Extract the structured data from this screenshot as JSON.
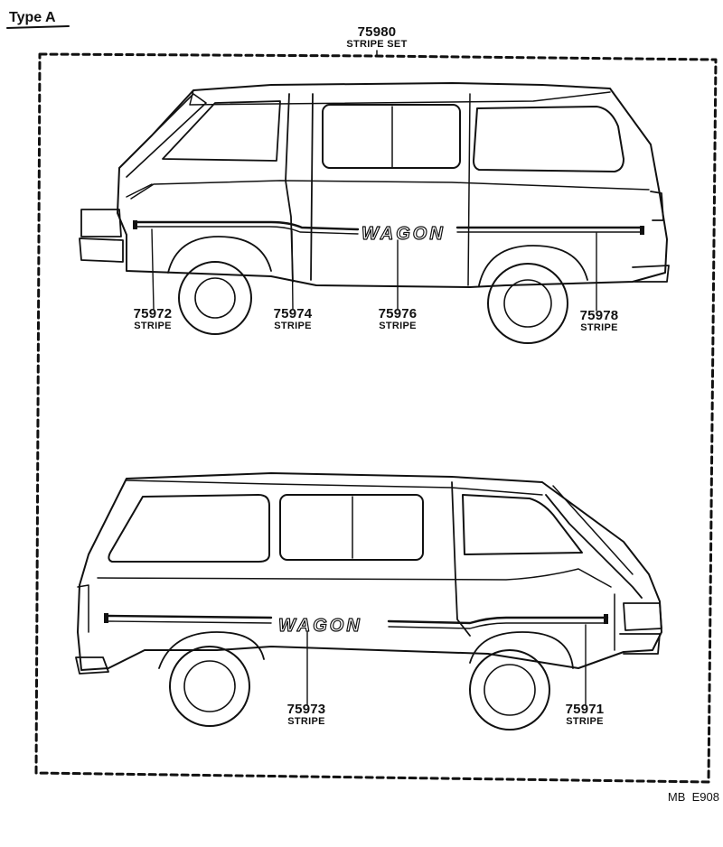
{
  "title": {
    "type_label": "Type  A"
  },
  "set": {
    "part_number": "75980",
    "name": "STRIPE SET"
  },
  "emblem": {
    "text": "WAGON"
  },
  "parts": [
    {
      "id": "75972",
      "name": "STRIPE"
    },
    {
      "id": "75974",
      "name": "STRIPE"
    },
    {
      "id": "75976",
      "name": "STRIPE"
    },
    {
      "id": "75978",
      "name": "STRIPE"
    },
    {
      "id": "75973",
      "name": "STRIPE"
    },
    {
      "id": "75971",
      "name": "STRIPE"
    }
  ],
  "footer": {
    "code": "MB  E908"
  }
}
